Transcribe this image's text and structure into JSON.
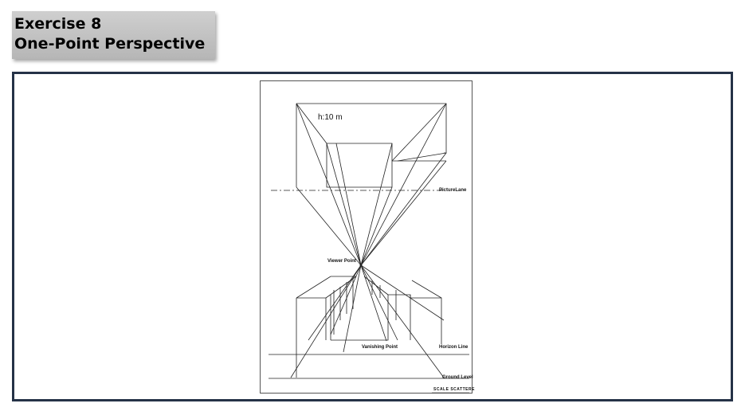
{
  "header": {
    "line1": "Exercise 8",
    "line2": "One-Point Perspective"
  },
  "drawing": {
    "height_note": "h:10 m",
    "picture_plane": "PictureLane",
    "viewer_point": "Viewer Point",
    "vanishing_point": "Vanishing Point",
    "horizon_line": "Horizon Line",
    "ground_level": "Ground Level",
    "scale_note": "SCALE   SCATTERE"
  },
  "colors": {
    "frame_border": "#253247",
    "title_background": "#c3c3c3",
    "line": "#222222"
  }
}
